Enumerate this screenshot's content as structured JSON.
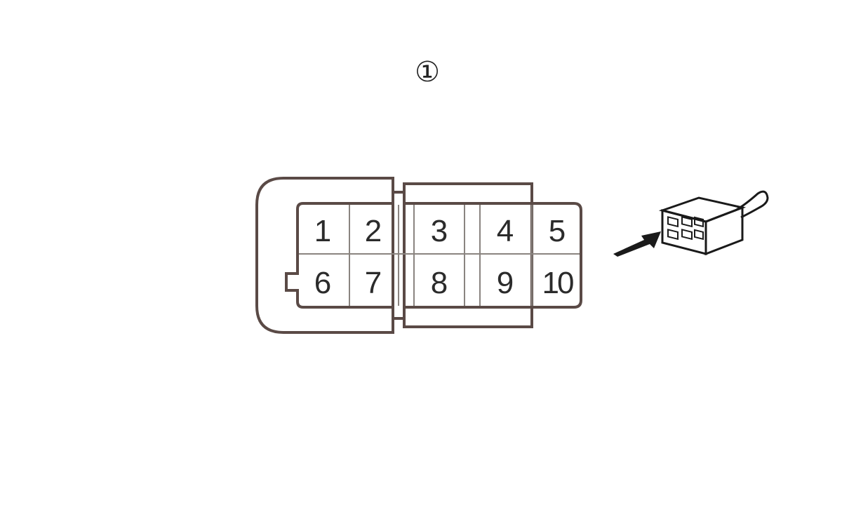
{
  "diagram": {
    "marker": "①",
    "connector": {
      "pins_top": [
        "1",
        "2",
        "3",
        "4",
        "5"
      ],
      "pins_bottom": [
        "6",
        "7",
        "8",
        "9",
        "10"
      ]
    },
    "colors": {
      "outline": "#5a4a46",
      "grid": "#8a8480",
      "text": "#2b2b2b",
      "icon": "#1a1a1a"
    },
    "icons": [
      "arrow-icon",
      "connector-plug-icon"
    ]
  }
}
